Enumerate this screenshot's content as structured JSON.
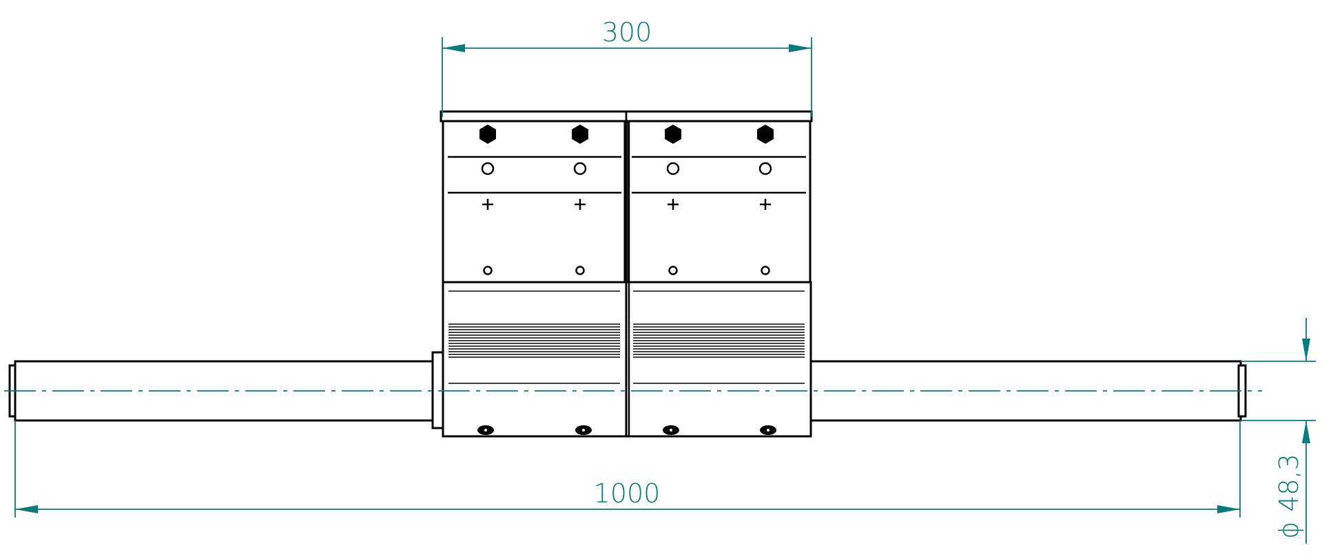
{
  "dimensions": {
    "module_width": "300",
    "overall_length": "1000",
    "tube_diameter": "48,3",
    "diameter_symbol": "ϕ"
  },
  "colors": {
    "dimension": "#0a7a7a",
    "outline": "#000000",
    "background": "#ffffff"
  }
}
